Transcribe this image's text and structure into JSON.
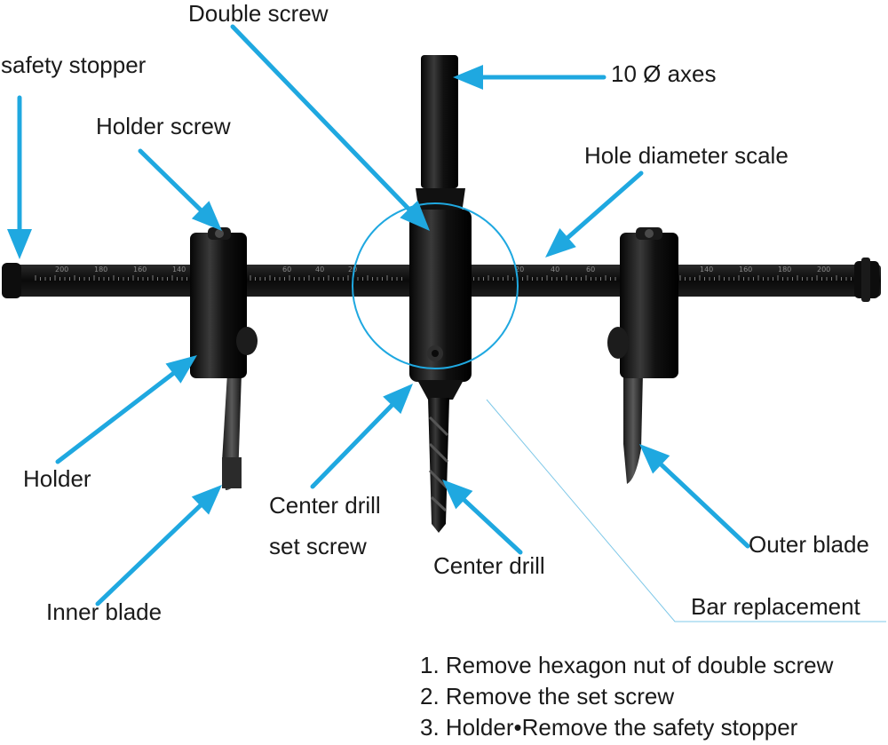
{
  "colors": {
    "accent": "#1fa8e0",
    "tool": "#0d0d0d",
    "tool_highlight": "#4a4a4a",
    "text": "#1a1a1a",
    "guide_line": "#7fc8e8"
  },
  "labels": {
    "safety_stopper": "safety stopper",
    "double_screw": "Double screw",
    "axes": "10 Ø  axes",
    "holder_screw": "Holder screw",
    "hole_diameter_scale": "Hole diameter scale",
    "holder": "Holder",
    "center_drill_set_screw_1": "Center drill",
    "center_drill_set_screw_2": "set screw",
    "center_drill": "Center drill",
    "outer_blade": "Outer blade",
    "inner_blade": "Inner blade",
    "bar_replacement": "Bar replacement"
  },
  "scale_left": [
    "200",
    "180",
    "160",
    "140",
    "60",
    "40",
    "20"
  ],
  "scale_right": [
    "20",
    "40",
    "60",
    "140",
    "160",
    "180",
    "200"
  ],
  "steps": [
    "1. Remove hexagon nut of double screw",
    "2. Remove the set screw",
    "3. Holder•Remove the safety stopper"
  ]
}
